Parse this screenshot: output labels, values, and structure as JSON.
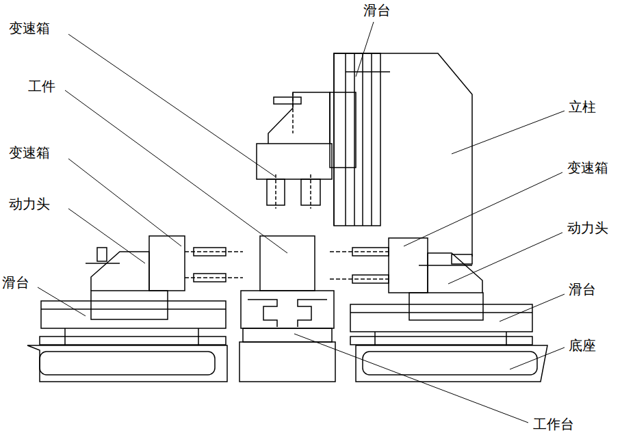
{
  "diagram": {
    "labels": [
      "滑台",
      "变速箱",
      "工件",
      "立柱",
      "变速箱",
      "变速箱",
      "动力头",
      "动力头",
      "滑台",
      "滑台",
      "底座",
      "工作台"
    ]
  }
}
